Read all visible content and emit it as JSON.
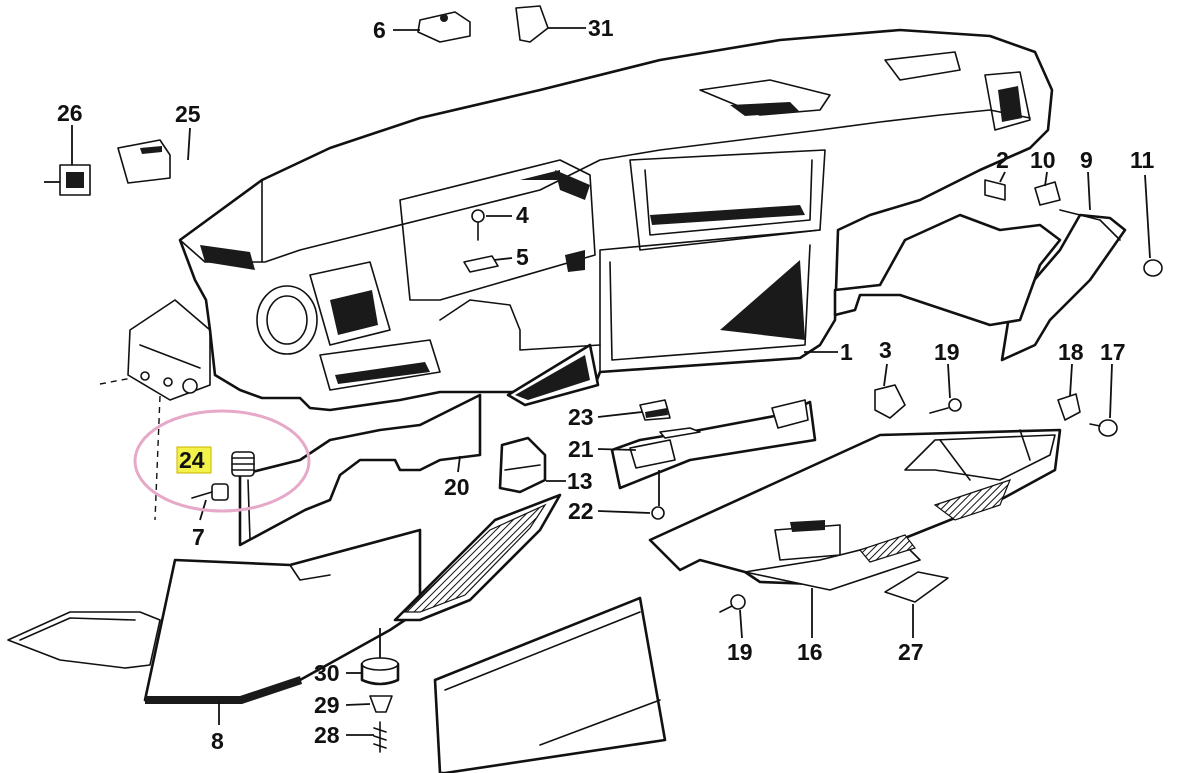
{
  "diagram": {
    "highlight_color": "#f2f24a",
    "ring_color": "#e6a9c8",
    "highlighted_label": "24",
    "labels": {
      "l1": "1",
      "l2": "2",
      "l3": "3",
      "l4": "4",
      "l5": "5",
      "l6": "6",
      "l7": "7",
      "l8": "8",
      "l9": "9",
      "l10": "10",
      "l11": "11",
      "l13": "13",
      "l16": "16",
      "l17": "17",
      "l18": "18",
      "l19a": "19",
      "l19b": "19",
      "l20": "20",
      "l21": "21",
      "l22": "22",
      "l23": "23",
      "l24": "24",
      "l25": "25",
      "l26": "26",
      "l27": "27",
      "l28": "28",
      "l29": "29",
      "l30": "30",
      "l31": "31"
    }
  }
}
